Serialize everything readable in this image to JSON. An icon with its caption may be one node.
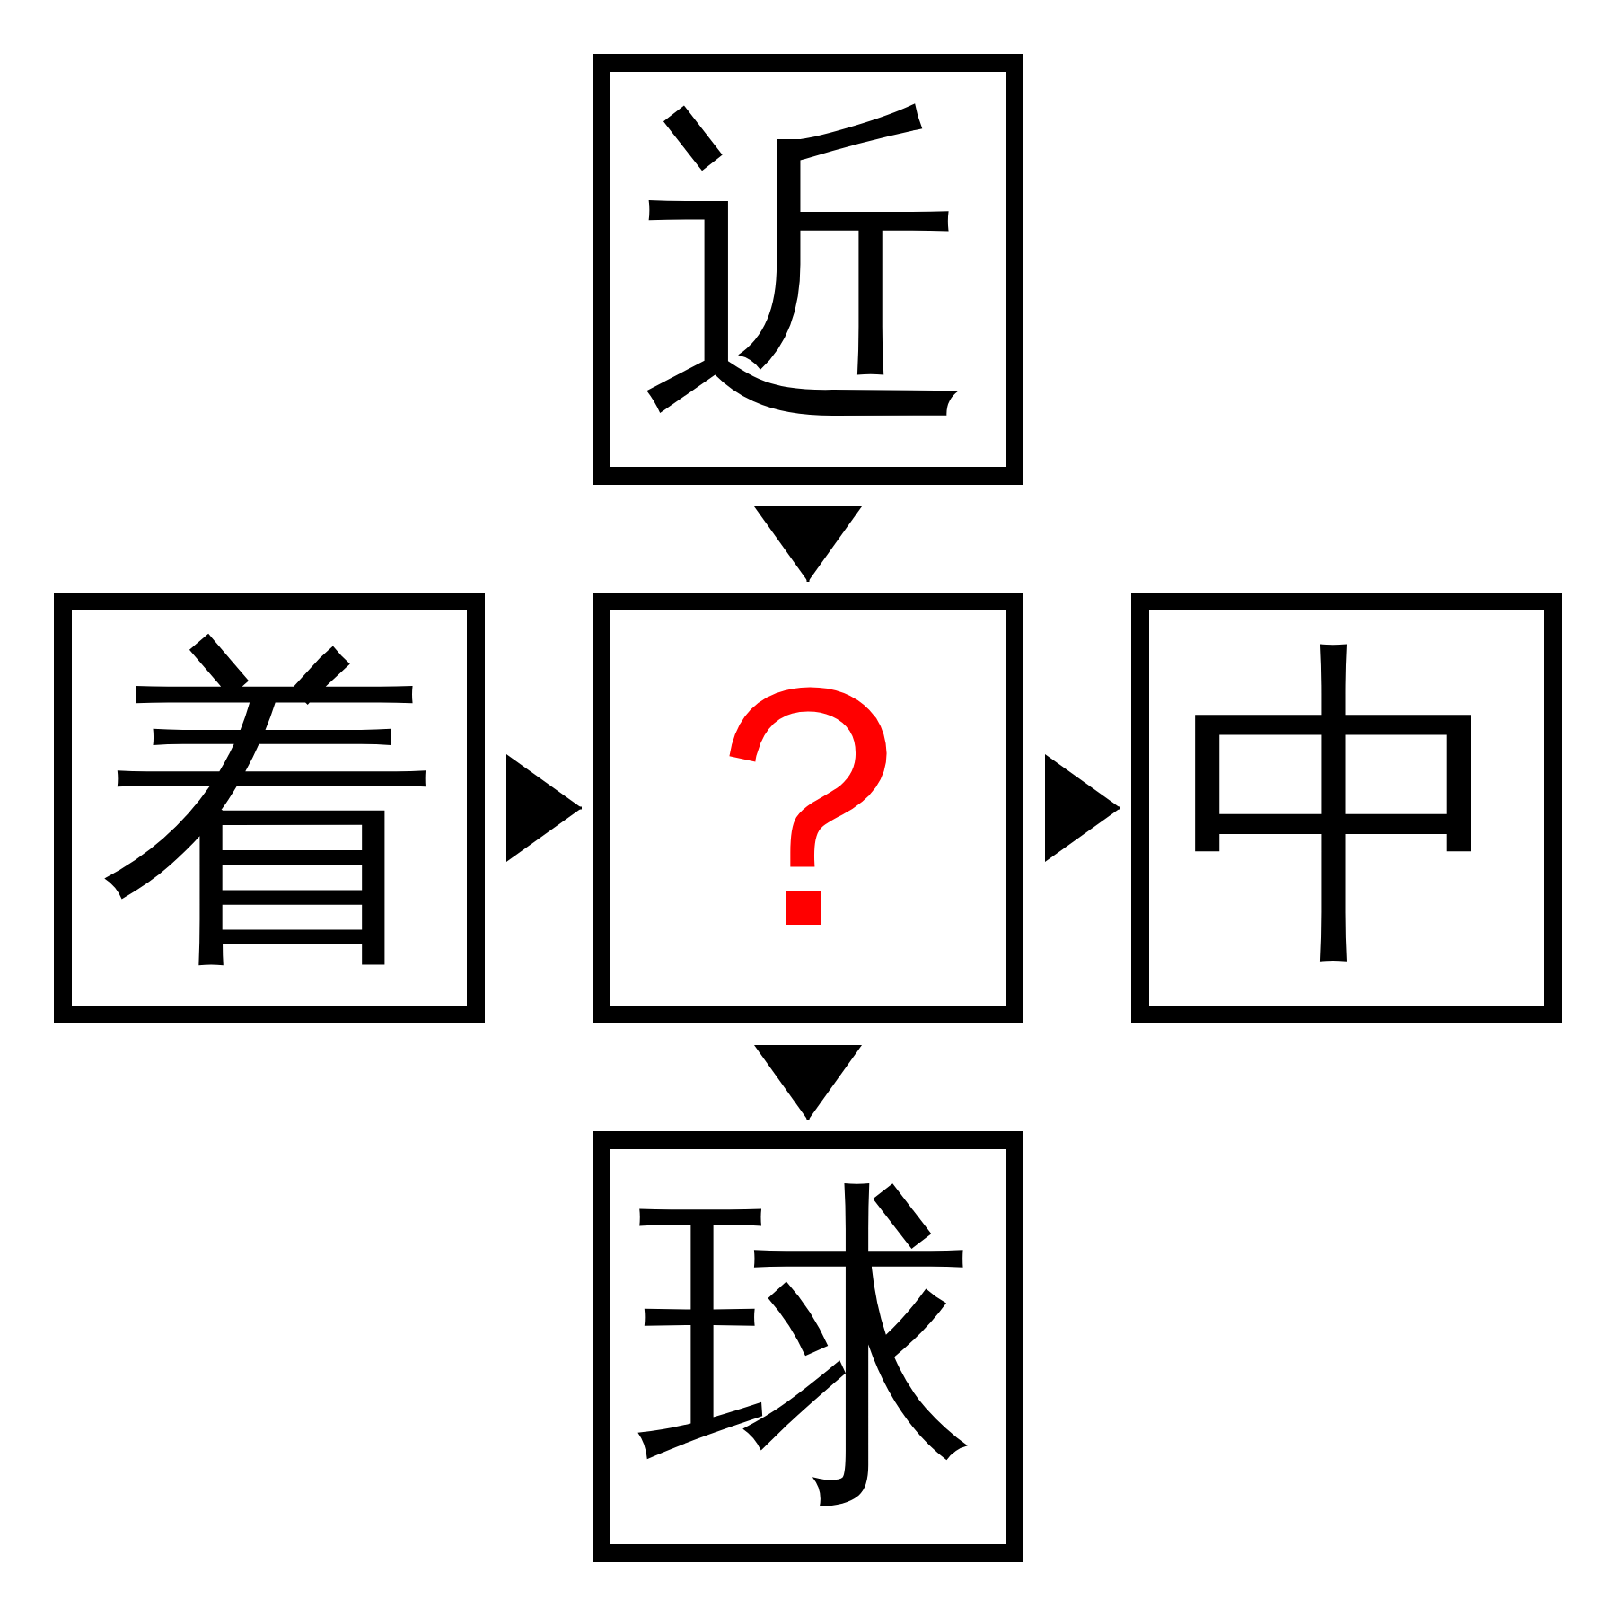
{
  "diagram": {
    "nodes": [
      {
        "text": [
          "近"
        ]
      },
      {
        "text": [
          "着"
        ]
      },
      {
        "text": [
          "？"
        ]
      },
      {
        "text": [
          "中"
        ]
      },
      {
        "text": [
          "球"
        ]
      }
    ],
    "edges": [
      {
        "from": 0,
        "to": 2,
        "arrow": "to"
      },
      {
        "from": 1,
        "to": 2,
        "arrow": "to"
      },
      {
        "from": 2,
        "to": 3,
        "arrow": "to"
      },
      {
        "from": 2,
        "to": 4,
        "arrow": "to"
      }
    ]
  }
}
